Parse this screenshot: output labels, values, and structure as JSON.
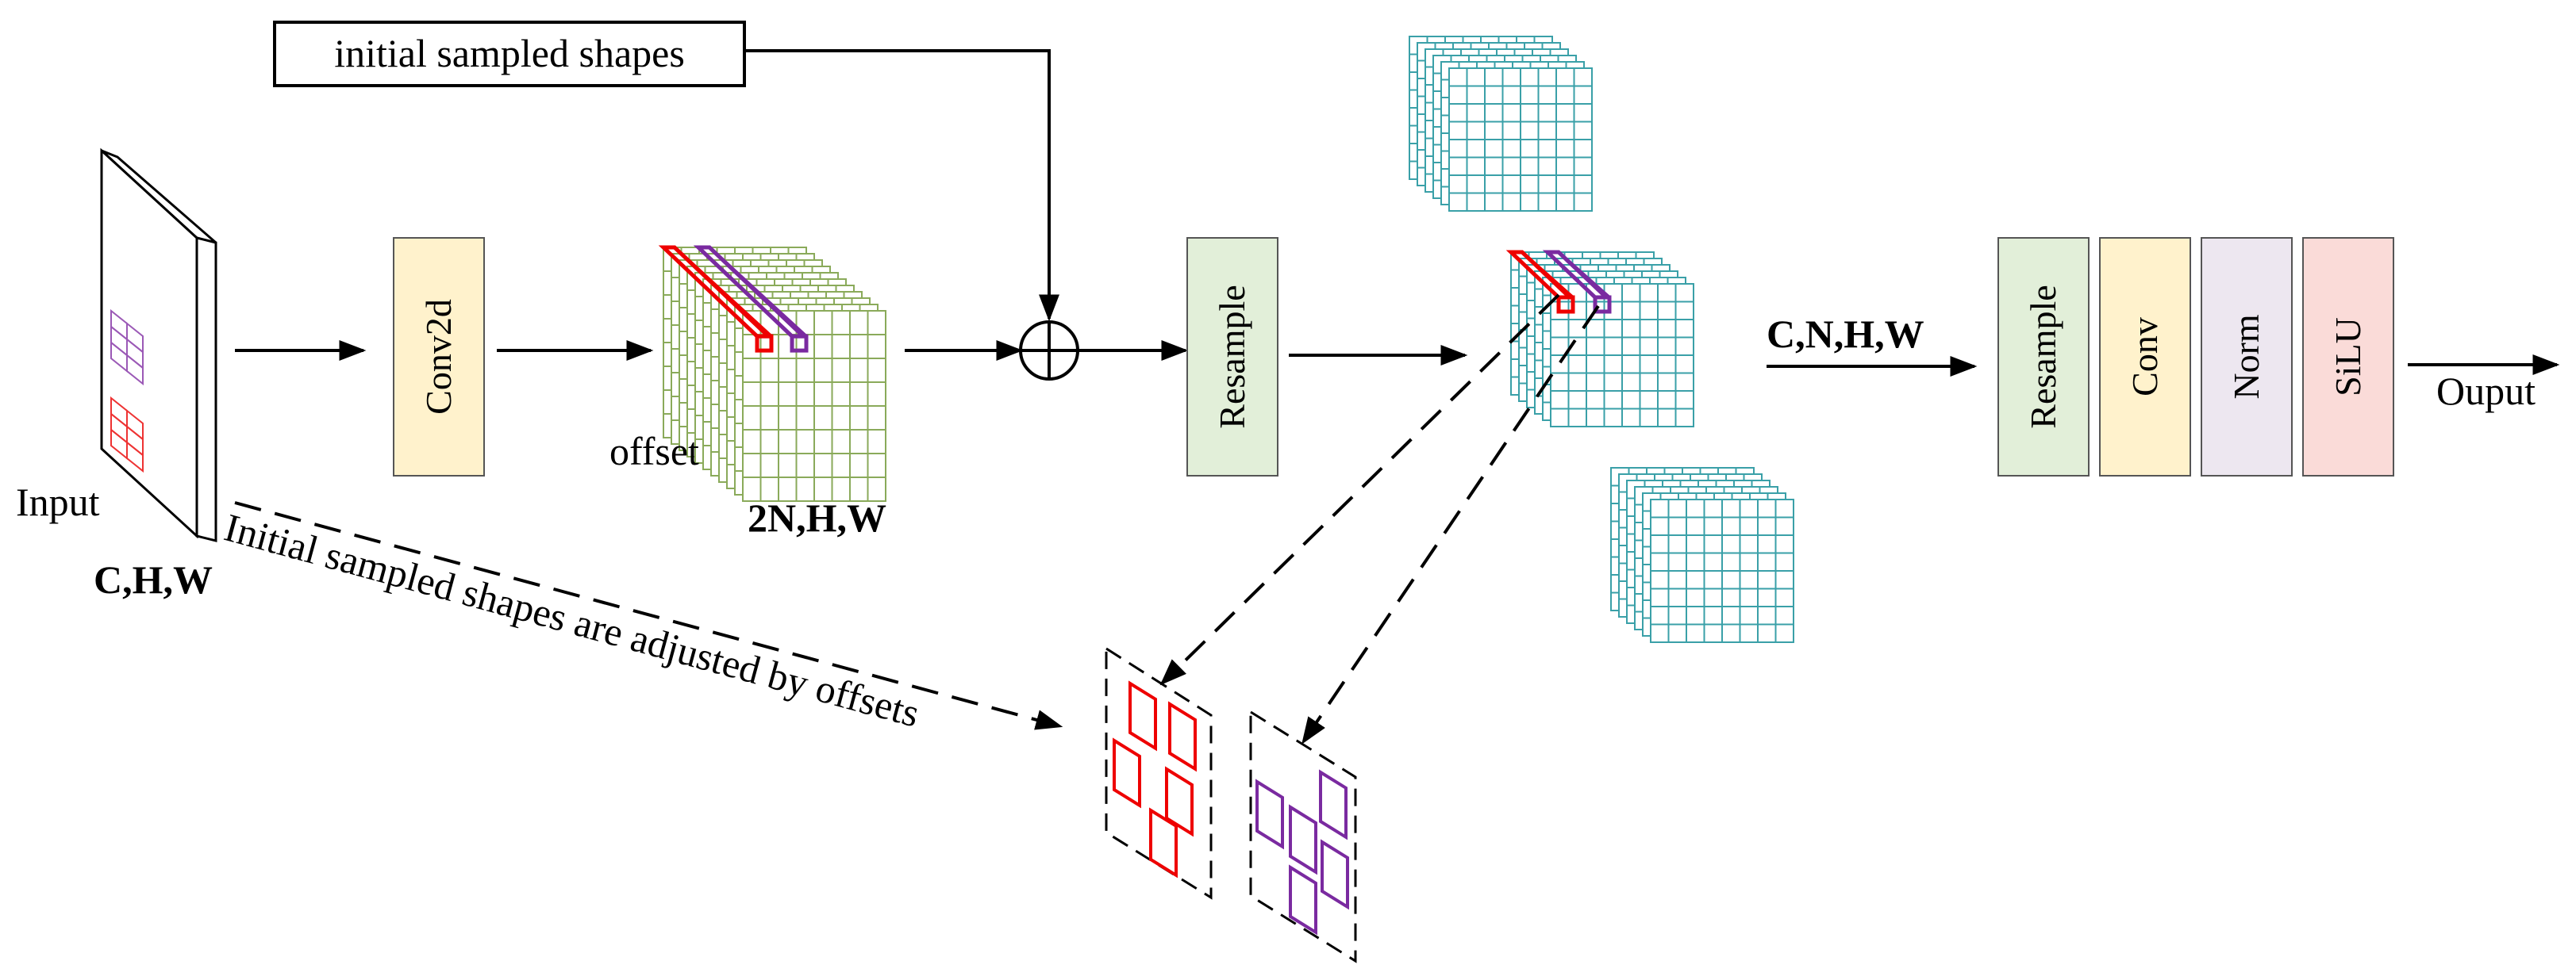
{
  "labels": {
    "initial_shapes": "initial sampled shapes",
    "input": "Input",
    "input_dims": "C,H,W",
    "offset": "offset",
    "offset_dims": "2N,H,W",
    "adjust_note": "Initial sampled shapes are adjusted by offsets",
    "mid_dims": "C,N,H,W",
    "output": "Ouput"
  },
  "blocks": {
    "conv2d": "Conv2d",
    "resample1": "Resample",
    "resample2": "Resample",
    "conv": "Conv",
    "norm": "Norm",
    "silu": "SiLU"
  },
  "colors": {
    "conv_fill": "#fff2cc",
    "resample_fill": "#e2efd9",
    "norm_fill": "#ede7f0",
    "silu_fill": "#fadbd8",
    "offset_grid": "#8aaa5a",
    "feature_grid": "#3aa0a8",
    "highlight_red": "#ee0000",
    "highlight_purple": "#7a2aa0",
    "input_red": "#ee3333",
    "input_purple": "#9b59b6"
  },
  "icons": {
    "sum": "circle-plus-icon"
  }
}
